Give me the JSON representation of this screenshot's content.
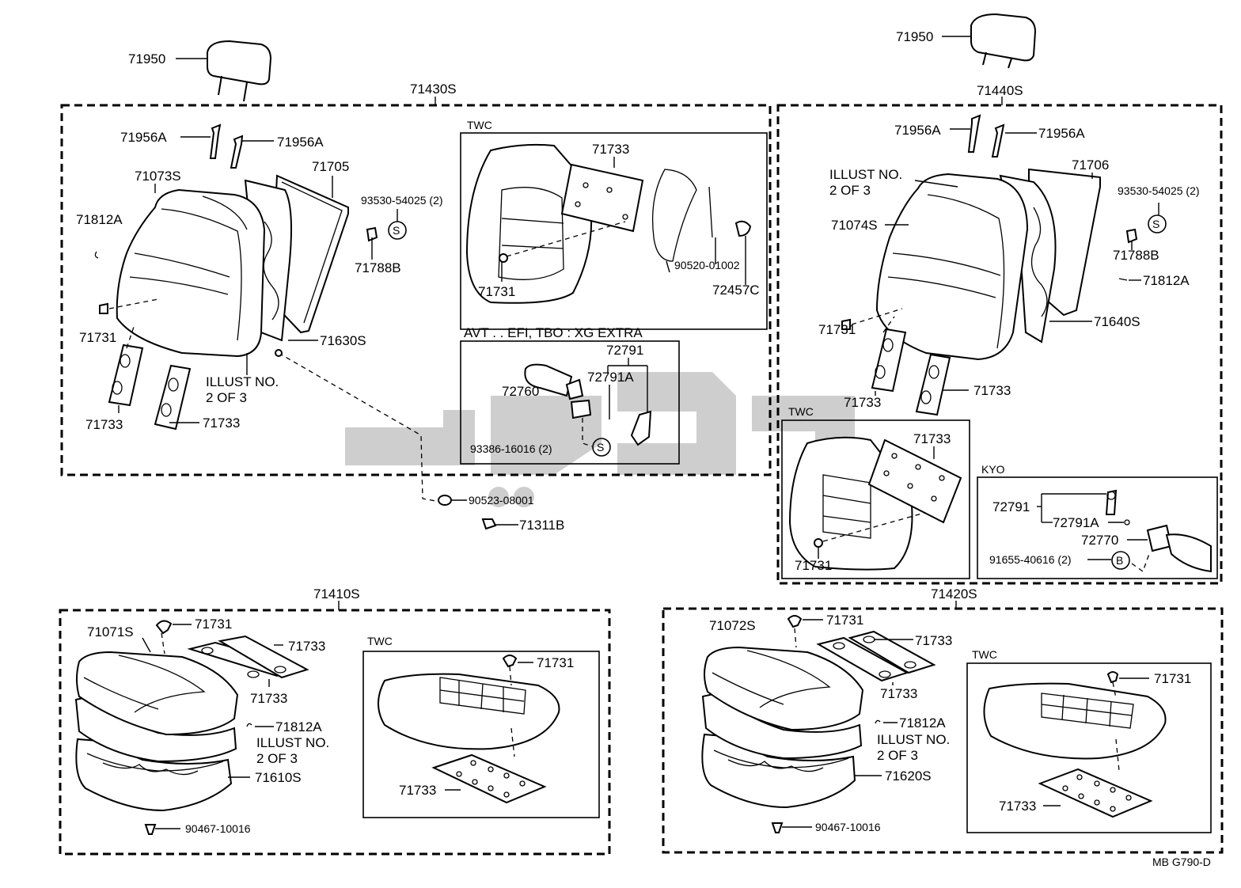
{
  "groups": {
    "seatback_right_assy": "71430S",
    "seatback_left_assy": "71440S",
    "cushion_right_assy": "71410S",
    "cushion_left_assy": "71420S"
  },
  "variants": {
    "twc": "TWC",
    "avt": "AVT . . EFI, TBO : XG  EXTRA",
    "kyo": "KYO"
  },
  "notes": {
    "illust_no": "ILLUST NO.",
    "two_of_three": "2 OF 3"
  },
  "symbols": {
    "s": "S",
    "b": "B"
  },
  "parts": {
    "headrest": "71950",
    "support": "71956A",
    "cover_back_r": "71073S",
    "cover_back_l": "71074S",
    "board_r": "71705",
    "board_l": "71706",
    "clip": "71812A",
    "screw_s": "93530-54025 (2)",
    "cap": "71788B",
    "hook": "71731",
    "plate": "71733",
    "frame_back_r": "71630S",
    "frame_back_l": "71640S",
    "bolt_90520": "90520-01002",
    "lever_72457": "72457C",
    "cable": "72791",
    "cable_a": "72791A",
    "lumbar": "72760",
    "lumbar_kyo": "72770",
    "screw_93386": "93386-16016 (2)",
    "screw_91655": "91655-40616 (2)",
    "nut_90523": "90523-08001",
    "bolt_71311": "71311B",
    "cover_cush_r": "71071S",
    "cover_cush_l": "71072S",
    "frame_cush_r": "71610S",
    "frame_cush_l": "71620S",
    "clip_90467": "90467-10016"
  },
  "code": "MB  G790-D"
}
